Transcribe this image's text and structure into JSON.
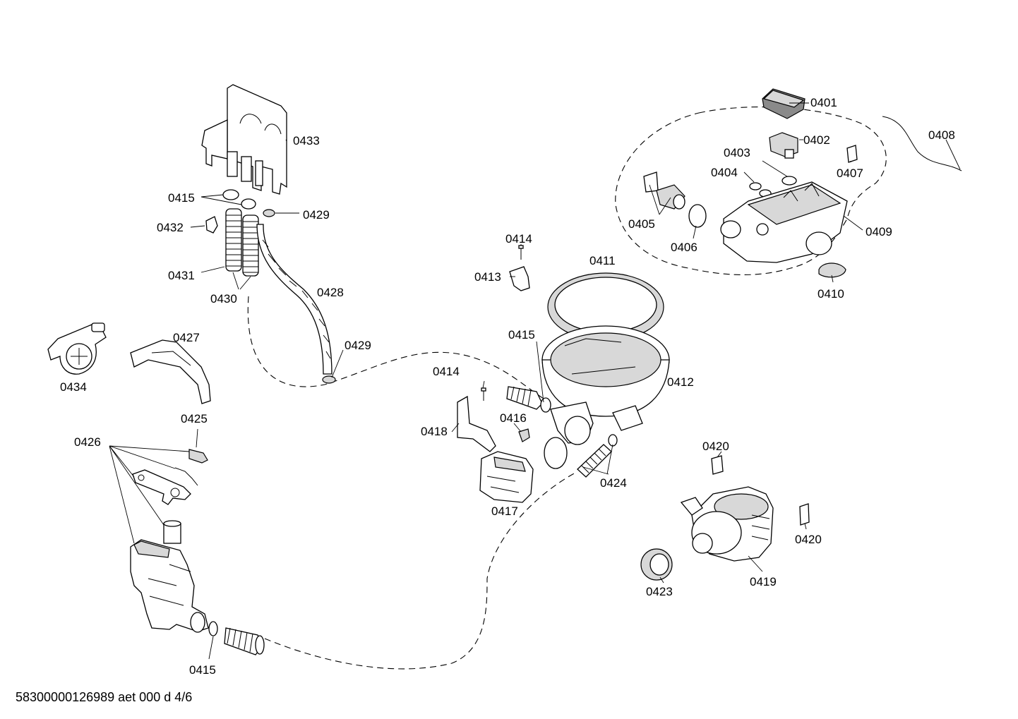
{
  "labels": {
    "p0401": "0401",
    "p0402": "0402",
    "p0403": "0403",
    "p0404": "0404",
    "p0405": "0405",
    "p0406": "0406",
    "p0407": "0407",
    "p0408": "0408",
    "p0409": "0409",
    "p0410": "0410",
    "p0411": "0411",
    "p0412": "0412",
    "p0413": "0413",
    "p0414": "0414",
    "p0415": "0415",
    "p0416": "0416",
    "p0417": "0417",
    "p0418": "0418",
    "p0419": "0419",
    "p0420": "0420",
    "p0423": "0423",
    "p0424": "0424",
    "p0425": "0425",
    "p0426": "0426",
    "p0427": "0427",
    "p0428": "0428",
    "p0429": "0429",
    "p0430": "0430",
    "p0431": "0431",
    "p0432": "0432",
    "p0433": "0433",
    "p0434": "0434"
  },
  "footer": "58300000126989 aet 000 d 4/6"
}
